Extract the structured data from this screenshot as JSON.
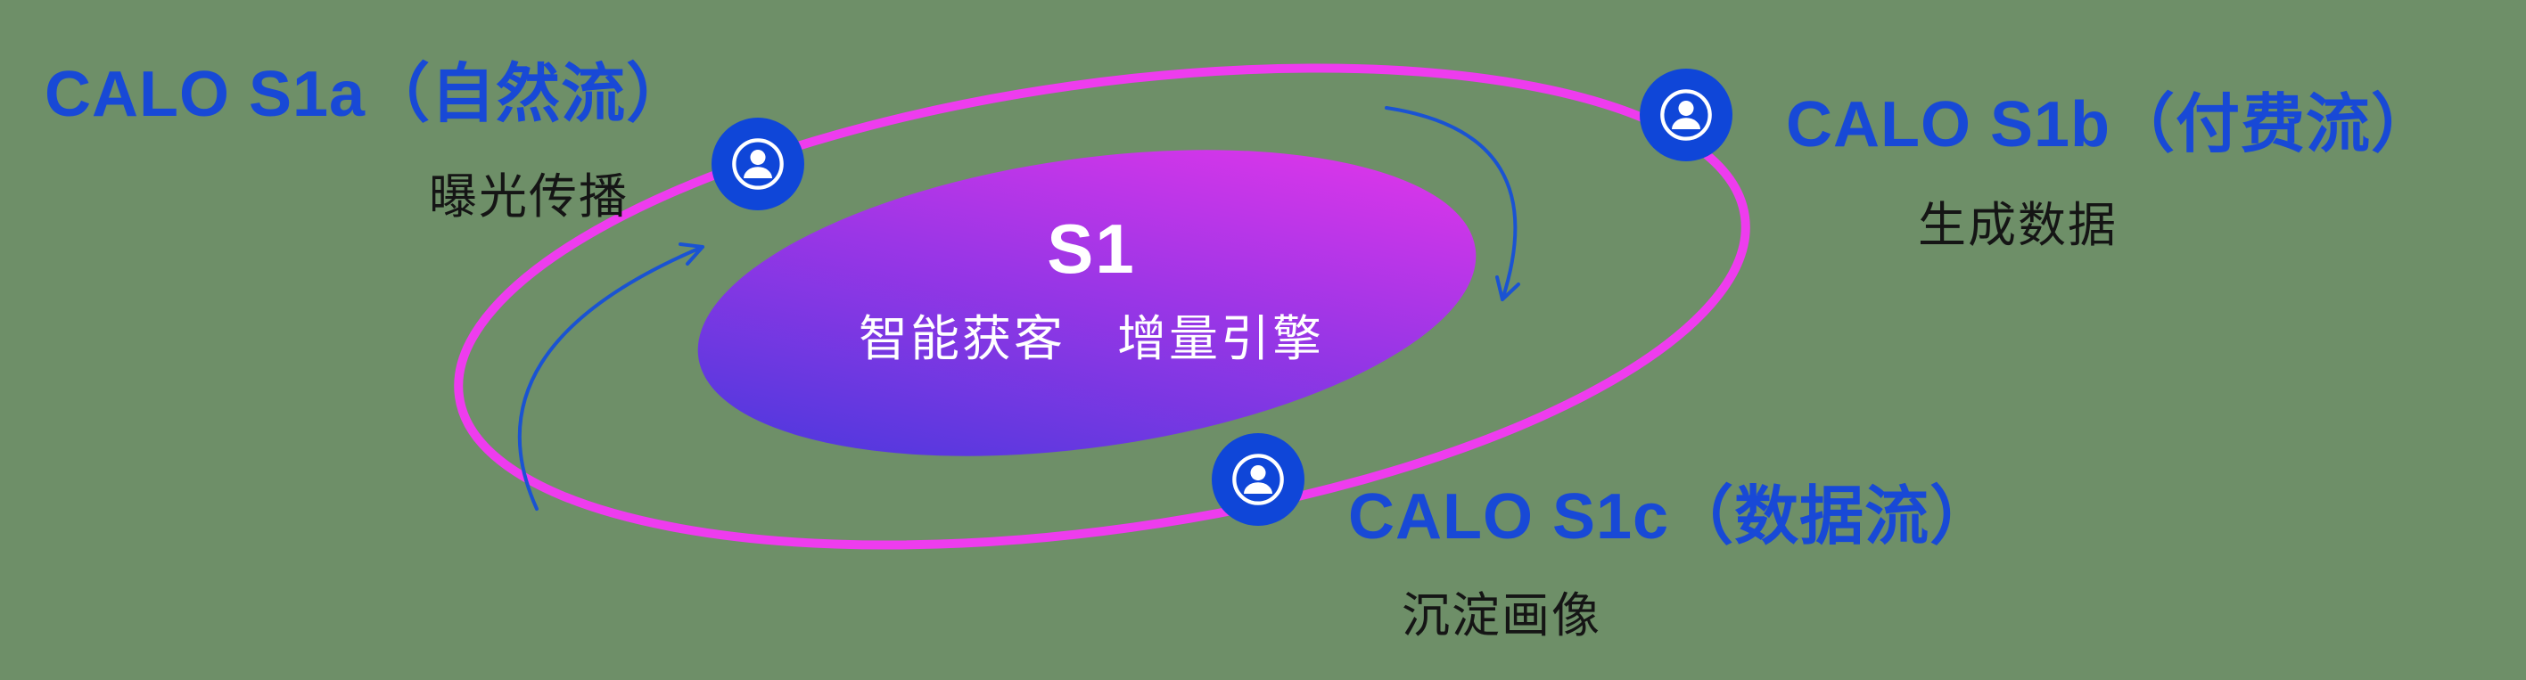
{
  "colors": {
    "background": "#6e8f68",
    "accent_blue": "#1849d6",
    "node_blue": "#0f46d8",
    "ring_magenta": "#ee3cee",
    "gradient_start": "#4b39dd",
    "gradient_mid": "#9c36e6",
    "gradient_end": "#e236ea",
    "arrow_blue": "#1a53d2",
    "text_dark": "#151515",
    "white": "#ffffff"
  },
  "center": {
    "title": "S1",
    "subtitle": "智能获客　增量引擎"
  },
  "nodes": [
    {
      "id": "s1a",
      "icon": "user-icon",
      "label": "CALO S1a（自然流）",
      "sublabel": "曝光传播"
    },
    {
      "id": "s1b",
      "icon": "user-icon",
      "label": "CALO S1b（付费流）",
      "sublabel": "生成数据"
    },
    {
      "id": "s1c",
      "icon": "user-icon",
      "label": "CALO S1c（数据流）",
      "sublabel": "沉淀画像"
    }
  ]
}
